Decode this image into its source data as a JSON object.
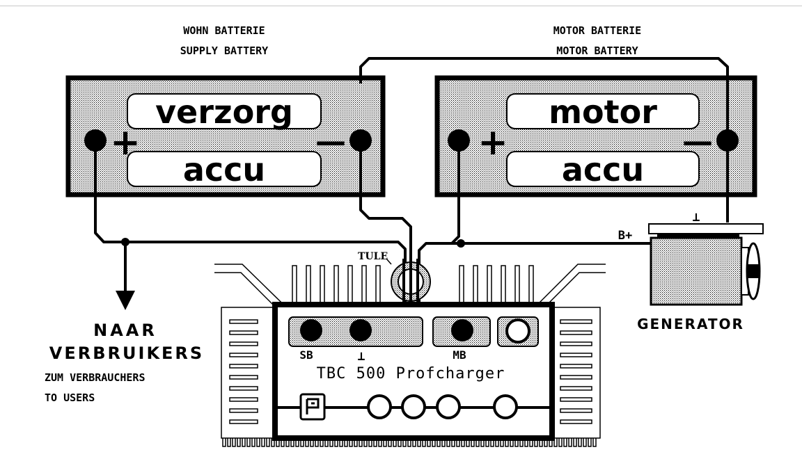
{
  "colors": {
    "ink": "#000000",
    "paper": "#ffffff",
    "shade": "#d4d4d4"
  },
  "supply_battery": {
    "label_de": "WOHN BATTERIE",
    "label_en": "SUPPLY BATTERY",
    "name_top": "verzorg",
    "name_bottom": "accu",
    "plus": "+",
    "minus": "—"
  },
  "motor_battery": {
    "label_de": "MOTOR BATTERIE",
    "label_en": "MOTOR BATTERY",
    "name_top": "motor",
    "name_bottom": "accu",
    "plus": "+",
    "minus": "—"
  },
  "consumers": {
    "title_line1": "NAAR",
    "title_line2": "VERBRUIKERS",
    "de": "ZUM VERBRAUCHERS",
    "en": "TO USERS"
  },
  "grommet_label": "TULE",
  "generator": {
    "label": "GENERATOR",
    "bplus": "B+",
    "ground": "⊥"
  },
  "charger": {
    "name": "TBC 500 Profcharger",
    "terminal_sb": "SB",
    "terminal_ground": "⊥",
    "terminal_mb": "MB",
    "logo_icon": "profcharger-logo-icon"
  }
}
